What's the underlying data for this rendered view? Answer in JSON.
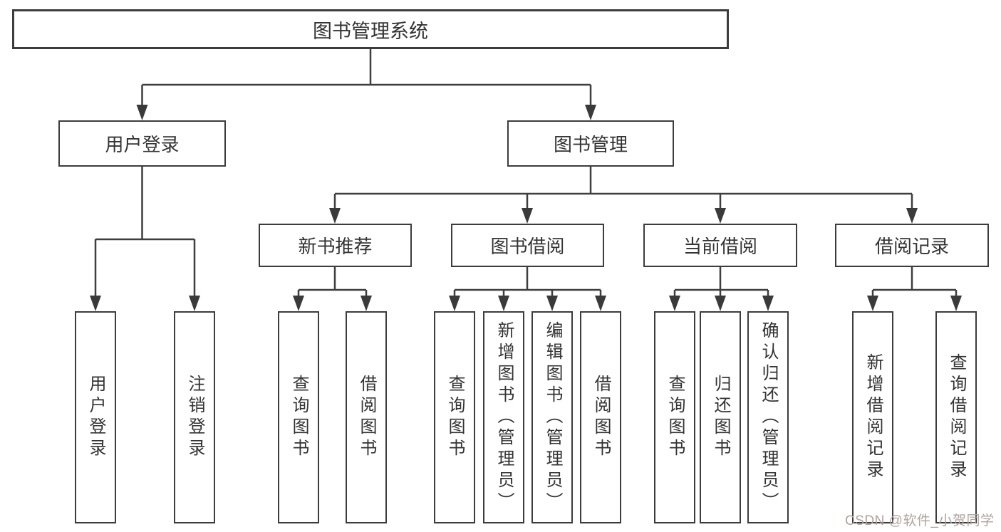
{
  "diagram": {
    "type": "tree",
    "root": {
      "label": "图书管理系统"
    },
    "branches": [
      {
        "label": "用户登录",
        "children": [
          {
            "label": "用户登录"
          },
          {
            "label": "注销登录"
          }
        ]
      },
      {
        "label": "图书管理",
        "children": [
          {
            "label": "新书推荐",
            "children": [
              {
                "label": "查询图书"
              },
              {
                "label": "借阅图书"
              }
            ]
          },
          {
            "label": "图书借阅",
            "children": [
              {
                "label": "查询图书"
              },
              {
                "label": "新增图书（管理员）"
              },
              {
                "label": "编辑图书（管理员）"
              },
              {
                "label": "借阅图书"
              }
            ]
          },
          {
            "label": "当前借阅",
            "children": [
              {
                "label": "查询图书"
              },
              {
                "label": "归还图书"
              },
              {
                "label": "确认归还（管理员）"
              }
            ]
          },
          {
            "label": "借阅记录",
            "children": [
              {
                "label": "新增借阅记录"
              },
              {
                "label": "查询借阅记录"
              }
            ]
          }
        ]
      }
    ]
  },
  "watermark": {
    "text": "CSDN @软件_小贺同学"
  },
  "colors": {
    "background": "#ffffff",
    "line": "#3f3f3f",
    "box_border": "#3c3c3c",
    "box_fill": "#ffffff",
    "text": "#333333",
    "watermark": "#b1a29e"
  }
}
